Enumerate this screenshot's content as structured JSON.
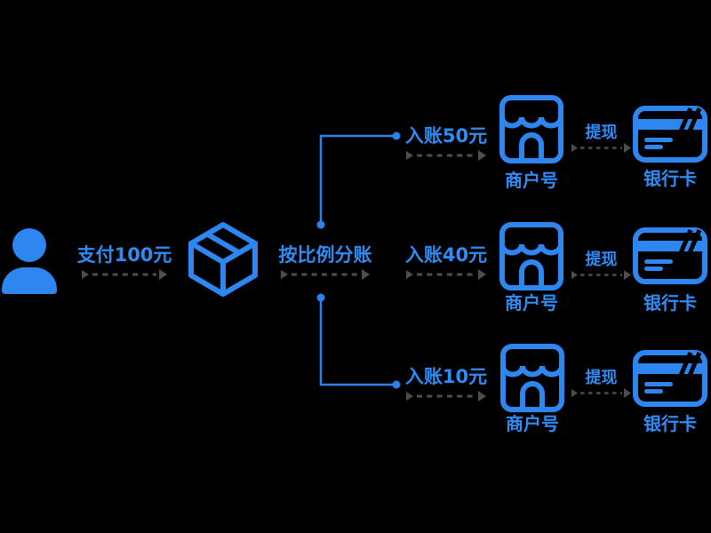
{
  "colors": {
    "background": "#000000",
    "text_blue": "#2F8CF6",
    "icon_blue": "#2E86F0",
    "connector_blue": "#2C82EC",
    "arrow_gray": "#4E4E4E"
  },
  "main_flow": {
    "payer_icon": "user-icon",
    "pay_label": "支付100元",
    "splitter_icon": "package-box-icon",
    "split_label": "按比例分账"
  },
  "branches": [
    {
      "credit_label": "入账50元",
      "merchant_icon": "storefront-icon",
      "merchant_label": "商户号",
      "withdraw_label": "提现",
      "card_icon": "bank-card-icon",
      "card_label": "银行卡"
    },
    {
      "credit_label": "入账40元",
      "merchant_icon": "storefront-icon",
      "merchant_label": "商户号",
      "withdraw_label": "提现",
      "card_icon": "bank-card-icon",
      "card_label": "银行卡"
    },
    {
      "credit_label": "入账10元",
      "merchant_icon": "storefront-icon",
      "merchant_label": "商户号",
      "withdraw_label": "提现",
      "card_icon": "bank-card-icon",
      "card_label": "银行卡"
    }
  ]
}
